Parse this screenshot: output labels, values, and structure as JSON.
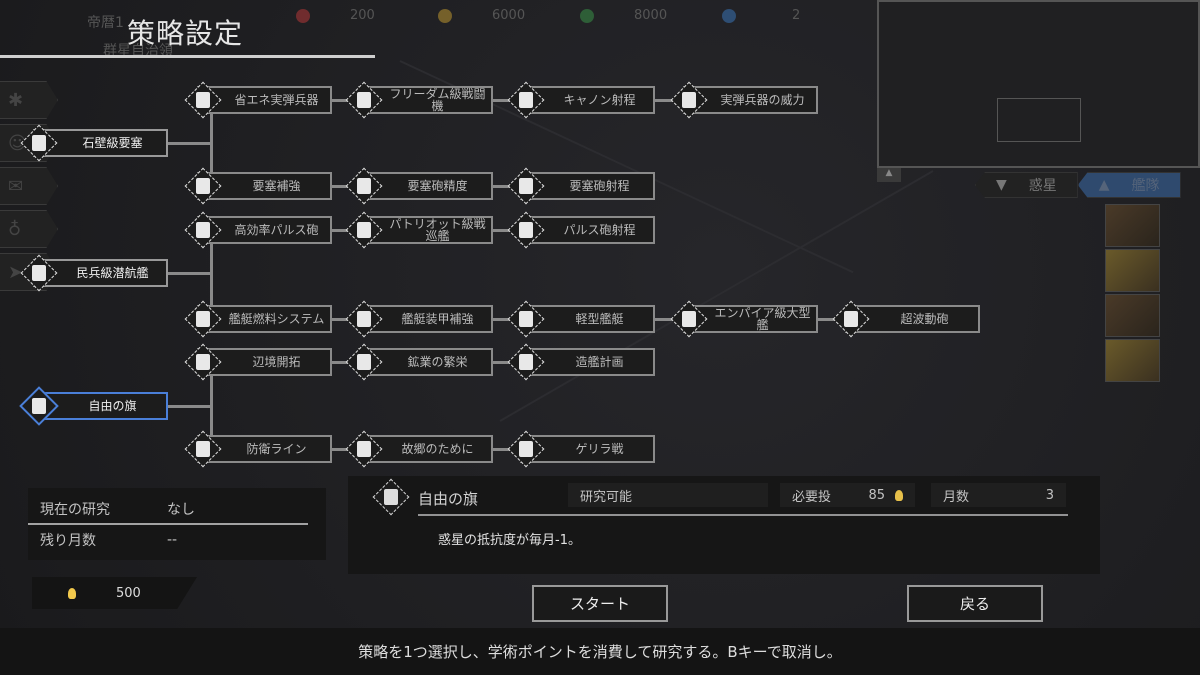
{
  "header": {
    "title": "策略設定",
    "date": "帝暦1",
    "faction": "群星自治領"
  },
  "resources": [
    {
      "icon": "heart-icon",
      "value": "200",
      "color": "#c23a3a"
    },
    {
      "icon": "coin-icon",
      "value": "6000",
      "color": "#c9a030"
    },
    {
      "icon": "mineral-icon",
      "value": "8000",
      "color": "#3a9a4a"
    },
    {
      "icon": "gem-icon",
      "value": "2",
      "color": "#3a7ac2"
    }
  ],
  "sidebar": [
    {
      "icon": "gear-icon",
      "glyph": "✱"
    },
    {
      "icon": "brain-icon",
      "glyph": "☺"
    },
    {
      "icon": "mail-icon",
      "glyph": "✉"
    },
    {
      "icon": "bulb-icon",
      "glyph": "♁"
    },
    {
      "icon": "ship-icon",
      "glyph": "➤"
    }
  ],
  "tree": {
    "nodes": [
      {
        "label": "石壁級要塞",
        "icon": "card-icon"
      },
      {
        "label": "省エネ実弾兵器",
        "icon": "bullet-icon"
      },
      {
        "label": "フリーダム級戦闘機",
        "icon": "card-icon"
      },
      {
        "label": "キャノン射程",
        "icon": "bullet-icon"
      },
      {
        "label": "実弾兵器の威力",
        "icon": "bullet-icon"
      },
      {
        "label": "要塞補強",
        "icon": "fortress-icon"
      },
      {
        "label": "要塞砲精度",
        "icon": "fortress-icon"
      },
      {
        "label": "要塞砲射程",
        "icon": "fortress-icon"
      },
      {
        "label": "民兵級潜航艦",
        "icon": "card-icon"
      },
      {
        "label": "高効率パルス砲",
        "icon": "pulse-icon"
      },
      {
        "label": "パトリオット級戦巡艦",
        "icon": "card-icon"
      },
      {
        "label": "パルス砲射程",
        "icon": "pulse-icon"
      },
      {
        "label": "艦艇燃料システム",
        "icon": "ship-icon"
      },
      {
        "label": "艦艇装甲補強",
        "icon": "ship-icon"
      },
      {
        "label": "軽型艦艇",
        "icon": "ship-icon"
      },
      {
        "label": "エンパイア級大型艦",
        "icon": "card-icon"
      },
      {
        "label": "超波動砲",
        "icon": "cannon-icon"
      },
      {
        "label": "自由の旗",
        "icon": "fist-icon"
      },
      {
        "label": "辺境開拓",
        "icon": "hammer-icon"
      },
      {
        "label": "鉱業の繁栄",
        "icon": "ore-icon"
      },
      {
        "label": "造艦計画",
        "icon": "ship-icon"
      },
      {
        "label": "防衛ライン",
        "icon": "shield-icon"
      },
      {
        "label": "故郷のために",
        "icon": "home-icon"
      },
      {
        "label": "ゲリラ戦",
        "icon": "jet-icon"
      }
    ],
    "selected": "自由の旗"
  },
  "map_tabs": {
    "planet": "惑星",
    "fleet": "艦隊"
  },
  "status": {
    "current_label": "現在の研究",
    "current_value": "なし",
    "remaining_label": "残り月数",
    "remaining_value": "--",
    "points": "500"
  },
  "detail": {
    "name": "自由の旗",
    "state": "研究可能",
    "cost_label": "必要投",
    "cost": "85",
    "months_label": "月数",
    "months": "3",
    "description": "惑星の抵抗度が毎月-1。"
  },
  "buttons": {
    "start": "スタート",
    "back": "戻る"
  },
  "help": "策略を1つ選択し、学術ポイントを消費して研究する。Bキーで取消し。"
}
